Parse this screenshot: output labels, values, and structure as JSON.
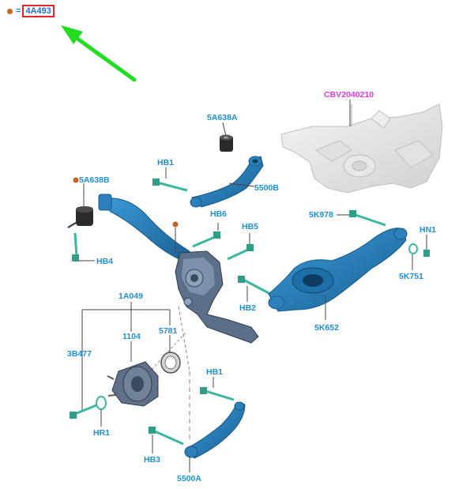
{
  "legend": {
    "equals": "=",
    "part": "4A493",
    "marker_color": "#c8641e",
    "highlight_color": "#e5252a"
  },
  "colors": {
    "part_blue": "#1f7fb8",
    "label_blue": "#1e8fd6",
    "label_magenta": "#e23ad6",
    "arrow_green": "#22dd22",
    "fastener_teal": "#3cb6a0"
  },
  "labels": {
    "cbv": "CBV2040210",
    "a5a638a": "5A638A",
    "hb1_top": "HB1",
    "b5500b": "5500B",
    "a5a638b": "5A638B",
    "hb6": "HB6",
    "hb5": "HB5",
    "k978": "5K978",
    "hn1": "HN1",
    "hb4": "HB4",
    "k751": "5K751",
    "hb2": "HB2",
    "a1a049": "1A049",
    "k652": "5K652",
    "b1104": "1104",
    "b5781": "5781",
    "b3b477": "3B477",
    "hb1_bottom": "HB1",
    "hr1": "HR1",
    "hb3": "HB3",
    "a5500a": "5500A"
  }
}
